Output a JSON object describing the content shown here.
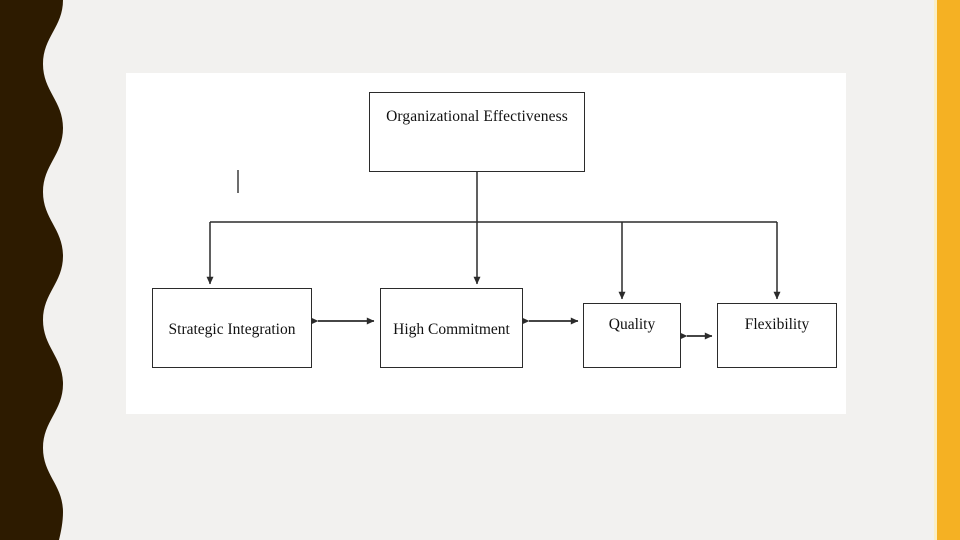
{
  "slide": {
    "background_color": "#f2f1ef",
    "panel_color": "#ffffff",
    "accent_bar_color": "#f5b123",
    "wave_band_color": "#2d1b00"
  },
  "decor": {
    "left_wave_name": "left-wavy-band",
    "right_bar_name": "right-accent-bar",
    "caret_artifact_name": "stray-text-caret"
  },
  "diagram": {
    "type": "hierarchy-flowchart",
    "title_node": {
      "id": "organizational-effectiveness",
      "label": "Organizational Effectiveness"
    },
    "nodes": [
      {
        "id": "strategic-integration",
        "label": "Strategic Integration"
      },
      {
        "id": "high-commitment",
        "label": "High Commitment"
      },
      {
        "id": "quality",
        "label": "Quality"
      },
      {
        "id": "flexibility",
        "label": "Flexibility"
      }
    ],
    "connections": [
      {
        "from": "organizational-effectiveness",
        "to": "strategic-integration",
        "style": "arrow-down"
      },
      {
        "from": "organizational-effectiveness",
        "to": "high-commitment",
        "style": "arrow-down"
      },
      {
        "from": "organizational-effectiveness",
        "to": "quality",
        "style": "arrow-down"
      },
      {
        "from": "organizational-effectiveness",
        "to": "flexibility",
        "style": "arrow-down"
      },
      {
        "from": "strategic-integration",
        "to": "high-commitment",
        "style": "double-arrow-horizontal"
      },
      {
        "from": "high-commitment",
        "to": "quality",
        "style": "double-arrow-horizontal"
      },
      {
        "from": "quality",
        "to": "flexibility",
        "style": "double-arrow-horizontal"
      }
    ],
    "line_color": "#2b2b2b"
  }
}
